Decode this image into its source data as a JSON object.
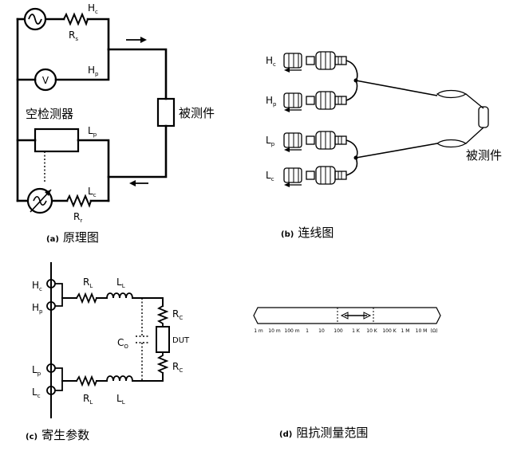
{
  "panels": {
    "a": {
      "caption_tag": "(a)",
      "caption": "原理图",
      "labels": {
        "hc": "H",
        "hc_sub": "c",
        "rs": "R",
        "rs_sub": "s",
        "hp": "H",
        "hp_sub": "p",
        "lp": "L",
        "lp_sub": "p",
        "lc": "L",
        "lc_sub": "c",
        "rr": "R",
        "rr_sub": "r",
        "voltmeter": "V",
        "bridge": "空检测器",
        "dut": "被测件"
      }
    },
    "b": {
      "caption_tag": "(b)",
      "caption": "连线图",
      "labels": {
        "hc": "H",
        "hc_sub": "c",
        "hp": "H",
        "hp_sub": "p",
        "lp": "L",
        "lp_sub": "p",
        "lc": "L",
        "lc_sub": "c",
        "dut": "被测件"
      }
    },
    "c": {
      "caption_tag": "(c)",
      "caption": "寄生参数",
      "labels": {
        "hc": "H",
        "hc_sub": "c",
        "hp": "H",
        "hp_sub": "p",
        "lp": "L",
        "lp_sub": "p",
        "lc": "L",
        "lc_sub": "c",
        "rl_top": "R",
        "rl_top_sub": "L",
        "ll_top": "L",
        "ll_top_sub": "L",
        "rl_bot": "R",
        "rl_bot_sub": "L",
        "ll_bot": "L",
        "ll_bot_sub": "L",
        "rc_top": "R",
        "rc_top_sub": "C",
        "rc_bot": "R",
        "rc_bot_sub": "C",
        "co": "C",
        "co_sub": "O",
        "dut": "DUT"
      }
    },
    "d": {
      "caption_tag": "(d)",
      "caption": "阻抗测量范围",
      "ticks": [
        "1 m",
        "10 m",
        "100 m",
        "1",
        "10",
        "100",
        "1 K",
        "10 K",
        "100 K",
        "1 M",
        "10 M",
        "(Ω)"
      ]
    }
  }
}
